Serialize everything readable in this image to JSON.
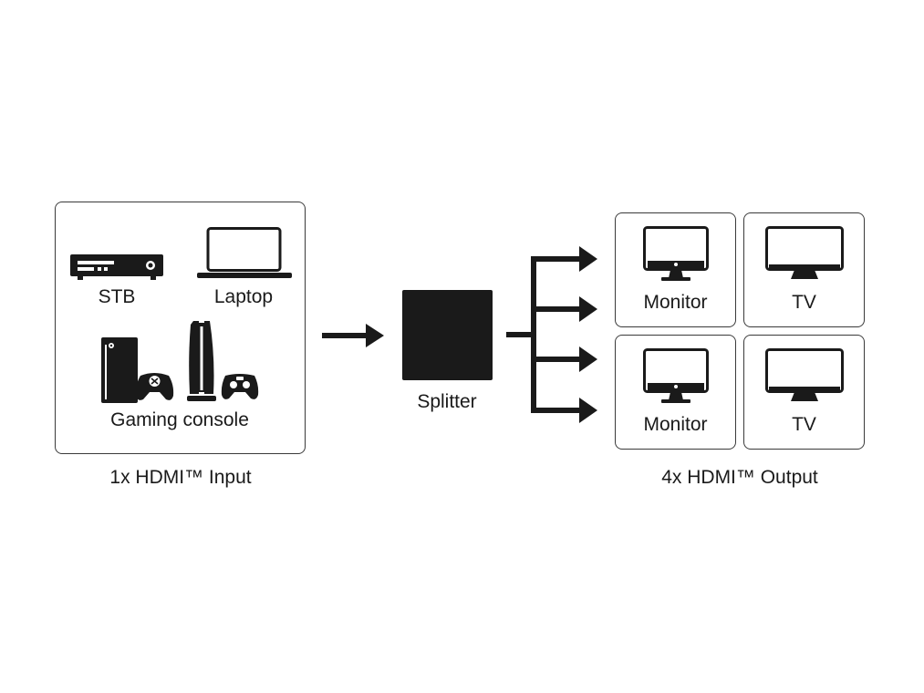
{
  "input": {
    "devices": {
      "stb": {
        "label": "STB",
        "icon": "set-top-box-icon"
      },
      "laptop": {
        "label": "Laptop",
        "icon": "laptop-icon"
      },
      "gaming": {
        "label": "Gaming console",
        "icons": [
          "xbox-console-icon",
          "xbox-controller-icon",
          "playstation-console-icon",
          "playstation-controller-icon"
        ]
      }
    },
    "caption": "1x HDMI™ Input"
  },
  "splitter": {
    "label": "Splitter",
    "icon": "splitter-box-icon",
    "color": "#1a1a1a"
  },
  "output": {
    "cells": [
      {
        "label": "Monitor",
        "icon": "monitor-icon"
      },
      {
        "label": "TV",
        "icon": "tv-icon"
      },
      {
        "label": "Monitor",
        "icon": "monitor-icon"
      },
      {
        "label": "TV",
        "icon": "tv-icon"
      }
    ],
    "caption": "4x HDMI™ Output"
  },
  "colors": {
    "ink": "#1a1a1a",
    "border": "#3a3a3a",
    "background": "#ffffff"
  }
}
